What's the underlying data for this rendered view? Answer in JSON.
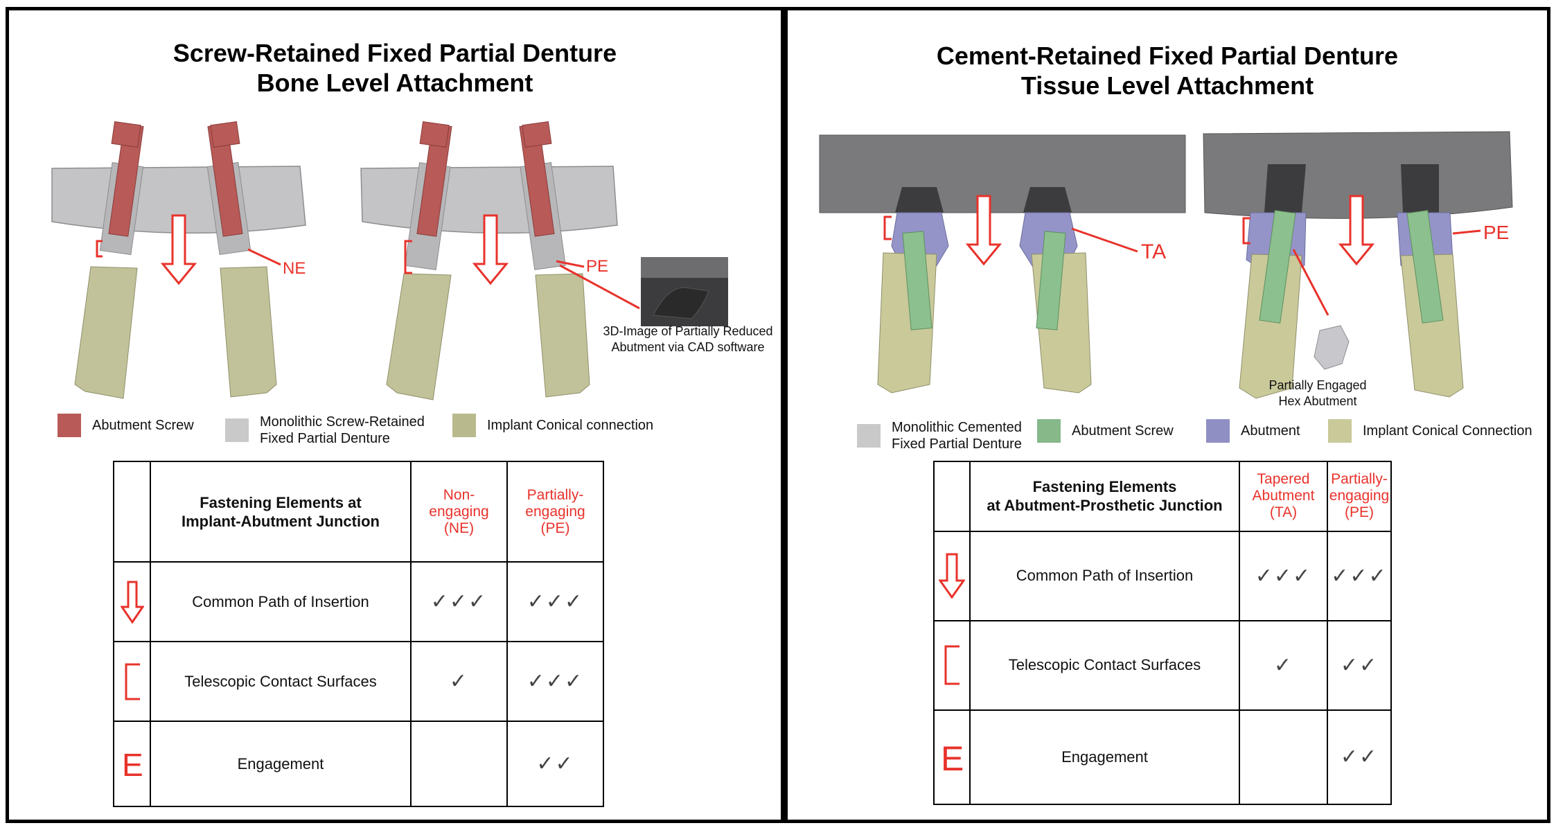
{
  "left": {
    "title": [
      "Screw-Retained Fixed Partial Denture",
      "Bone Level Attachment"
    ],
    "labels": {
      "ne": "NE",
      "pe": "PE"
    },
    "caption_3d": [
      "3D-Image of Partially Reduced",
      "Abutment via CAD software"
    ],
    "legend": [
      {
        "label": [
          "Abutment Screw"
        ],
        "color": "#b85a58"
      },
      {
        "label": [
          "Monolithic Screw-Retained",
          "Fixed Partial Denture"
        ],
        "color": "#c9c9c9"
      },
      {
        "label": [
          "Implant Conical connection"
        ],
        "color": "#b9b98e"
      }
    ],
    "table": {
      "header": [
        "Fastening Elements at",
        "Implant-Abutment Junction"
      ],
      "col1": [
        "Non-",
        "engaging",
        "(NE)"
      ],
      "col2": [
        "Partially-",
        "engaging",
        "(PE)"
      ],
      "rows": [
        {
          "icon": "down-arrow-icon",
          "label": "Common Path of Insertion",
          "c1": "✓✓✓",
          "c2": "✓✓✓"
        },
        {
          "icon": "bracket-icon",
          "label": "Telescopic Contact Surfaces",
          "c1": "✓",
          "c2": "✓✓✓"
        },
        {
          "icon": "letter-e-icon",
          "label": "Engagement",
          "c1": "",
          "c2": "✓✓"
        }
      ]
    }
  },
  "right": {
    "title": [
      "Cement-Retained Fixed Partial Denture",
      "Tissue Level Attachment"
    ],
    "labels": {
      "ta": "TA",
      "pe": "PE"
    },
    "caption_hex": [
      "Partially Engaged",
      "Hex Abutment"
    ],
    "legend": [
      {
        "label": [
          "Monolithic Cemented",
          "Fixed Partial Denture"
        ],
        "color": "#c9c9c9"
      },
      {
        "label": [
          "Abutment Screw"
        ],
        "color": "#86b88a"
      },
      {
        "label": [
          "Abutment"
        ],
        "color": "#8f8fc4"
      },
      {
        "label": [
          "Implant Conical Connection"
        ],
        "color": "#c9c99a"
      }
    ],
    "table": {
      "header": [
        "Fastening Elements",
        "at Abutment-Prosthetic Junction"
      ],
      "col1": [
        "Tapered",
        "Abutment",
        "(TA)"
      ],
      "col2": [
        "Partially-",
        "engaging",
        "(PE)"
      ],
      "rows": [
        {
          "icon": "down-arrow-icon",
          "label": "Common Path of Insertion",
          "c1": "✓✓✓",
          "c2": "✓✓✓"
        },
        {
          "icon": "bracket-icon",
          "label": "Telescopic Contact Surfaces",
          "c1": "✓",
          "c2": "✓✓"
        },
        {
          "icon": "letter-e-icon",
          "label": "Engagement",
          "c1": "",
          "c2": "✓✓"
        }
      ]
    }
  },
  "colors": {
    "accent_red": "#e8322b",
    "denture_gray": "#c4c4c6",
    "dark_gray": "#7a7a7c",
    "screw_red": "#b85a58",
    "implant_olive": "#c2c29a",
    "screw_green": "#8cc08e",
    "abutment_purple": "#9494c8"
  }
}
